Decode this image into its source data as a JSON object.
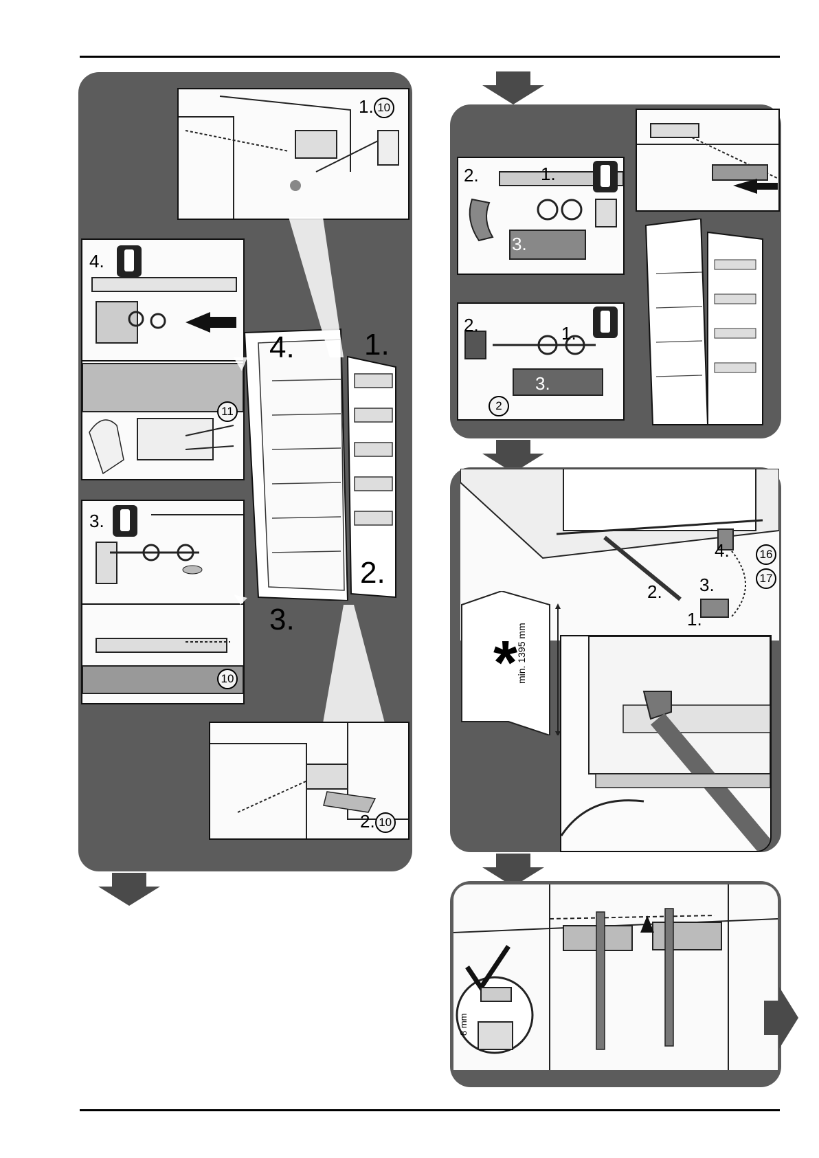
{
  "left_panel": {
    "main_labels": {
      "step1": "1.",
      "step2": "2.",
      "step3": "3.",
      "step4": "4."
    },
    "top_hinge": {
      "step": "1.",
      "part_number": "10"
    },
    "top_bracket": {
      "step": "4.",
      "part_number": "11"
    },
    "bottom_bracket": {
      "step": "3.",
      "part_number": "10"
    },
    "bottom_hinge": {
      "step": "2.",
      "part_number": "10"
    }
  },
  "right_panel_top": {
    "top_detail": {
      "step1": "1.",
      "step2": "2.",
      "step3": "3."
    },
    "bottom_detail": {
      "step1": "1.",
      "step2": "2.",
      "step3": "3.",
      "part_number": "2"
    }
  },
  "right_panel_middle": {
    "steps": {
      "step1": "1.",
      "step2": "2.",
      "step3": "3.",
      "step4": "4."
    },
    "part_numbers": [
      "16",
      "17"
    ],
    "dimension": "min. 1395 mm",
    "asterisk": "*"
  },
  "right_panel_bottom": {
    "dimension": "8 mm"
  },
  "colors": {
    "panel": "#5c5c5c",
    "arrow": "#4a4a4a",
    "rule": "#000000"
  }
}
